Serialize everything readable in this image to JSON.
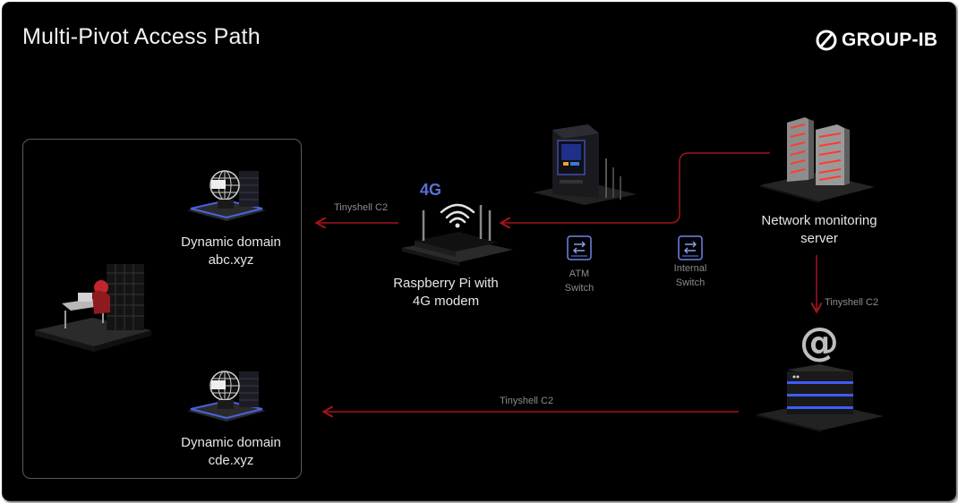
{
  "title": "Multi-Pivot Access Path",
  "brand": {
    "name": "GROUP-IB",
    "logo_icon": "group-ib-logo-icon"
  },
  "colors": {
    "background": "#000000",
    "arrow": "#a0151c",
    "accent_blue": "#5b6fd8",
    "text": "#e6e6e6",
    "muted": "#8c8c8c"
  },
  "nodes": {
    "domain1": {
      "line1": "Dynamic domain",
      "line2": "abc.xyz"
    },
    "domain2": {
      "line1": "Dynamic domain",
      "line2": "cde.xyz"
    },
    "raspberry": {
      "line1": "Raspberry Pi with",
      "line2": "4G modem",
      "badge": "4G"
    },
    "monitoring": {
      "line1": "Network monitoring",
      "line2": "server"
    },
    "atm_switch": {
      "line1": "ATM",
      "line2": "Switch"
    },
    "internal_switch": {
      "line1": "Internal",
      "line2": "Switch"
    }
  },
  "edges": {
    "top": "Tinyshell C2",
    "right": "Tinyshell C2",
    "bottom": "Tinyshell C2"
  }
}
